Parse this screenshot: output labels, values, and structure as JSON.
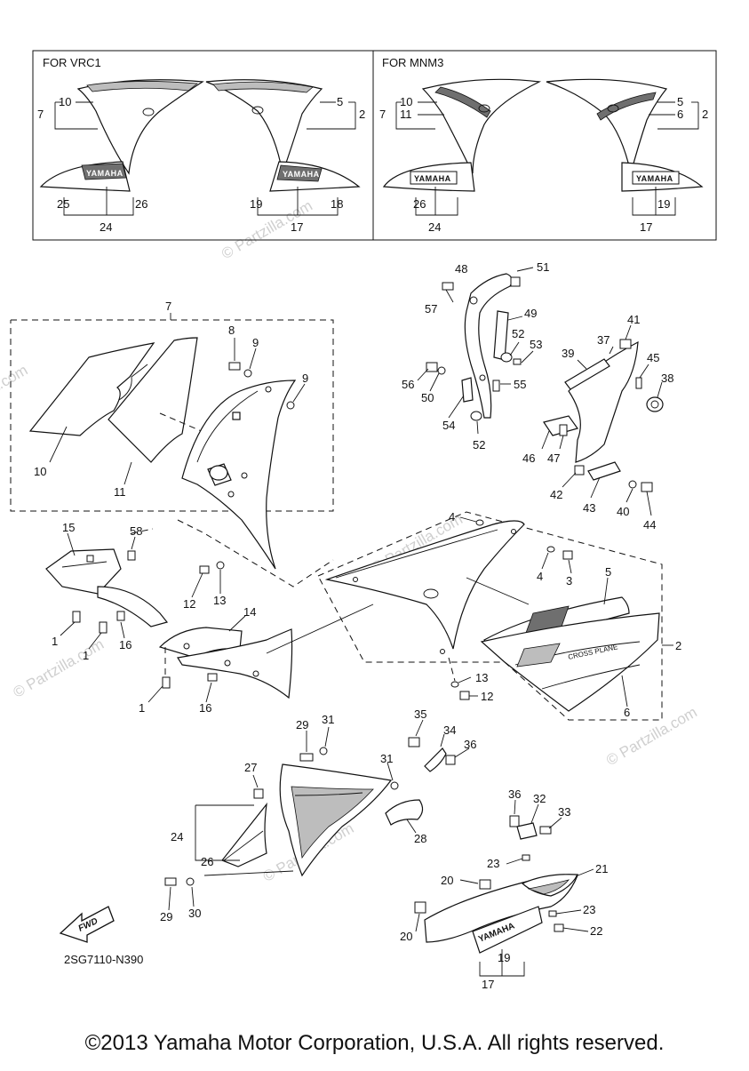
{
  "inset_left_label": "FOR VRC1",
  "inset_right_label": "FOR MNM3",
  "watermark": "© Partzilla.com",
  "brand_text": "YAMAHA",
  "fwd_text": "FWD",
  "decal_text": "CROSS PLANE",
  "diagram_code": "2SG7110-N390",
  "copyright": "©2013 Yamaha Motor Corporation, U.S.A. All rights reserved.",
  "callouts": {
    "a10": "10",
    "a7": "7",
    "a5": "5",
    "a2": "2",
    "a25": "25",
    "a26": "26",
    "a24": "24",
    "a19": "19",
    "a18": "18",
    "a17": "17",
    "b10": "10",
    "b7": "7",
    "b11": "11",
    "b5": "5",
    "b6": "6",
    "b2": "2",
    "b26": "26",
    "b24": "24",
    "b19": "19",
    "b17": "17",
    "c48": "48",
    "c51": "51",
    "c57": "57",
    "c49": "49",
    "c52a": "52",
    "c53": "53",
    "c56": "56",
    "c50": "50",
    "c55": "55",
    "c54": "54",
    "c52b": "52",
    "c41": "41",
    "c37": "37",
    "c39": "39",
    "c45": "45",
    "c38": "38",
    "c46": "46",
    "c47": "47",
    "c42": "42",
    "c43": "43",
    "c40": "40",
    "c44": "44",
    "d7": "7",
    "d8": "8",
    "d9a": "9",
    "d9b": "9",
    "d10": "10",
    "d11": "11",
    "d15": "15",
    "d58": "58",
    "d1a": "1",
    "d1b": "1",
    "d16a": "16",
    "d1c": "1",
    "d12a": "12",
    "d13a": "13",
    "d14": "14",
    "d16b": "16",
    "e4a": "4",
    "e4b": "4",
    "e3": "3",
    "e5": "5",
    "e2": "2",
    "e13": "13",
    "e12": "12",
    "e6": "6",
    "f29a": "29",
    "f31a": "31",
    "f35": "35",
    "f34": "34",
    "f36a": "36",
    "f27": "27",
    "f31b": "31",
    "f24": "24",
    "f26": "26",
    "f28": "28",
    "f29b": "29",
    "f30": "30",
    "g36": "36",
    "g32": "32",
    "g33": "33",
    "g23a": "23",
    "g21": "21",
    "g20a": "20",
    "g23b": "23",
    "g22": "22",
    "g20b": "20",
    "g19": "19",
    "g17": "17"
  }
}
